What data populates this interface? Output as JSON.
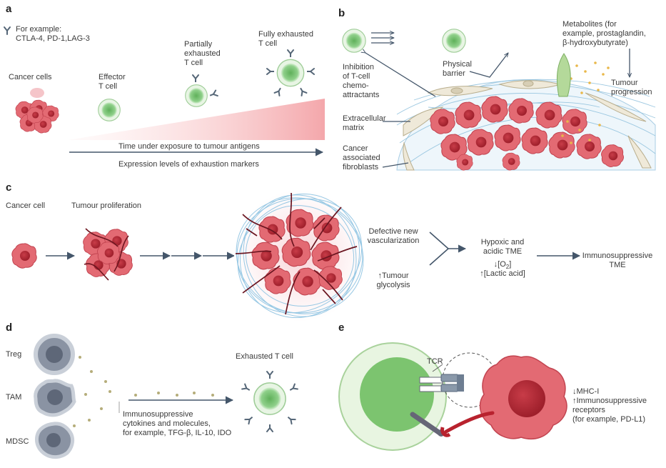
{
  "panels": {
    "a": {
      "label": "a",
      "example_line1": "For example:",
      "example_line2": "CTLA-4, PD-1,LAG-3",
      "cancer_cells": "Cancer cells",
      "effector": [
        "Effector",
        "T cell"
      ],
      "partial": [
        "Partially",
        "exhausted",
        "T cell"
      ],
      "full": [
        "Fully exhausted",
        "T cell"
      ],
      "axis1": "Time under exposure to tumour antigens",
      "axis2": "Expression levels of exhaustion markers"
    },
    "b": {
      "label": "b",
      "inhibition": [
        "Inhibition",
        "of T-cell",
        "chemo-",
        "attractants"
      ],
      "barrier": [
        "Physical",
        "barrier"
      ],
      "metabolites": [
        "Metabolites (for",
        "example, prostaglandin,",
        "β-hydroxybutyrate)"
      ],
      "progression": [
        "Tumour",
        "progression"
      ],
      "ecm": [
        "Extracellular",
        "matrix"
      ],
      "caf": [
        "Cancer",
        "associated",
        "fibroblasts"
      ]
    },
    "c": {
      "label": "c",
      "cancer_cell": "Cancer cell",
      "proliferation": "Tumour proliferation",
      "vascular": [
        "Defective new",
        "vascularization"
      ],
      "glycolysis": [
        "↑Tumour",
        "glycolysis"
      ],
      "hypoxic": [
        "Hypoxic and",
        "acidic TME"
      ],
      "o2": "↓[O",
      "o2_sub": "2",
      "o2_end": "]",
      "lactic": "↑[Lactic acid]",
      "immuno": [
        "Immunosuppressive",
        "TME"
      ]
    },
    "d": {
      "label": "d",
      "treg": "Treg",
      "tam": "TAM",
      "mdsc": "MDSC",
      "cytokines": [
        "Immunosuppressive",
        "cytokines and molecules,",
        "for example, TFG-β, IL-10, IDO"
      ],
      "exhausted": "Exhausted T cell"
    },
    "e": {
      "label": "e",
      "tcr": "TCR",
      "markers": [
        "↓MHC-I",
        "↑Immunosuppressive",
        "receptors",
        "(for example, PD-L1)"
      ]
    }
  },
  "colors": {
    "cancer": "#e0646e",
    "tcell": "#7cc47a",
    "arrow": "#44566a",
    "matrix": "#7fb6d8"
  }
}
